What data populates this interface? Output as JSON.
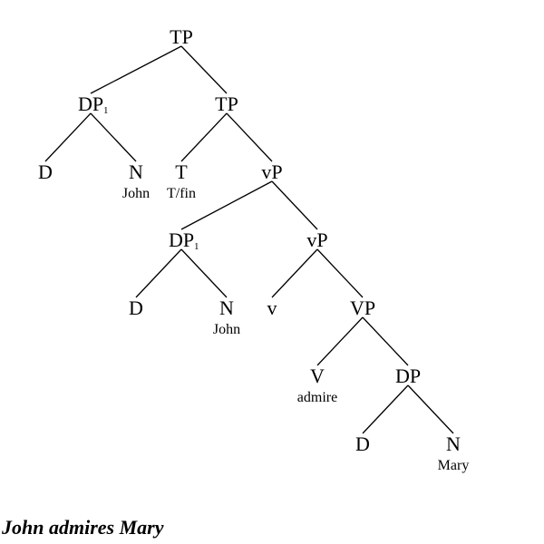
{
  "diagram": {
    "type": "syntax-tree",
    "nodes": [
      {
        "id": "tp_root",
        "label": "TP",
        "sub": "",
        "word": ""
      },
      {
        "id": "dp1_spec",
        "label": "DP",
        "sub": "1",
        "word": ""
      },
      {
        "id": "tp_bar",
        "label": "TP",
        "sub": "",
        "word": ""
      },
      {
        "id": "d_1",
        "label": "D",
        "sub": "",
        "word": ""
      },
      {
        "id": "n_1",
        "label": "N",
        "sub": "",
        "word": "John"
      },
      {
        "id": "t_head",
        "label": "T",
        "sub": "",
        "word": "T/fin"
      },
      {
        "id": "vp_little_top",
        "label": "vP",
        "sub": "",
        "word": ""
      },
      {
        "id": "dp1_lower",
        "label": "DP",
        "sub": "1",
        "word": ""
      },
      {
        "id": "vp_little_bar",
        "label": "vP",
        "sub": "",
        "word": ""
      },
      {
        "id": "d_2",
        "label": "D",
        "sub": "",
        "word": ""
      },
      {
        "id": "n_2",
        "label": "N",
        "sub": "",
        "word": "John"
      },
      {
        "id": "v_little",
        "label": "v",
        "sub": "",
        "word": ""
      },
      {
        "id": "vp_big",
        "label": "VP",
        "sub": "",
        "word": ""
      },
      {
        "id": "v_big",
        "label": "V",
        "sub": "",
        "word": "admire"
      },
      {
        "id": "dp_obj",
        "label": "DP",
        "sub": "",
        "word": ""
      },
      {
        "id": "d_3",
        "label": "D",
        "sub": "",
        "word": ""
      },
      {
        "id": "n_3",
        "label": "N",
        "sub": "",
        "word": "Mary"
      }
    ],
    "edges": [
      [
        "tp_root",
        "dp1_spec"
      ],
      [
        "tp_root",
        "tp_bar"
      ],
      [
        "dp1_spec",
        "d_1"
      ],
      [
        "dp1_spec",
        "n_1"
      ],
      [
        "tp_bar",
        "t_head"
      ],
      [
        "tp_bar",
        "vp_little_top"
      ],
      [
        "vp_little_top",
        "dp1_lower"
      ],
      [
        "vp_little_top",
        "vp_little_bar"
      ],
      [
        "dp1_lower",
        "d_2"
      ],
      [
        "dp1_lower",
        "n_2"
      ],
      [
        "vp_little_bar",
        "v_little"
      ],
      [
        "vp_little_bar",
        "vp_big"
      ],
      [
        "vp_big",
        "v_big"
      ],
      [
        "vp_big",
        "dp_obj"
      ],
      [
        "dp_obj",
        "d_3"
      ],
      [
        "dp_obj",
        "n_3"
      ]
    ]
  },
  "caption": "John admires Mary"
}
